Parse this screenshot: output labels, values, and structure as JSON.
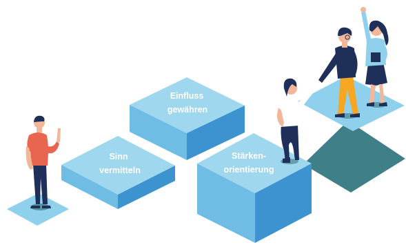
{
  "blocks": {
    "einfluss": {
      "line1": "Einfluss",
      "line2": "gewähren"
    },
    "sinn": {
      "line1": "Sinn",
      "line2": "vermitteln"
    },
    "staerken": {
      "line1": "Stärken-",
      "line2": "orientierung"
    }
  },
  "colors": {
    "top": "#9fd7ee",
    "left": "#6fbde5",
    "right": "#3d93d0",
    "floor_tile": "#8fd0ec",
    "dark_tile": "#3f7f87",
    "shadow": "#3e7d82"
  }
}
